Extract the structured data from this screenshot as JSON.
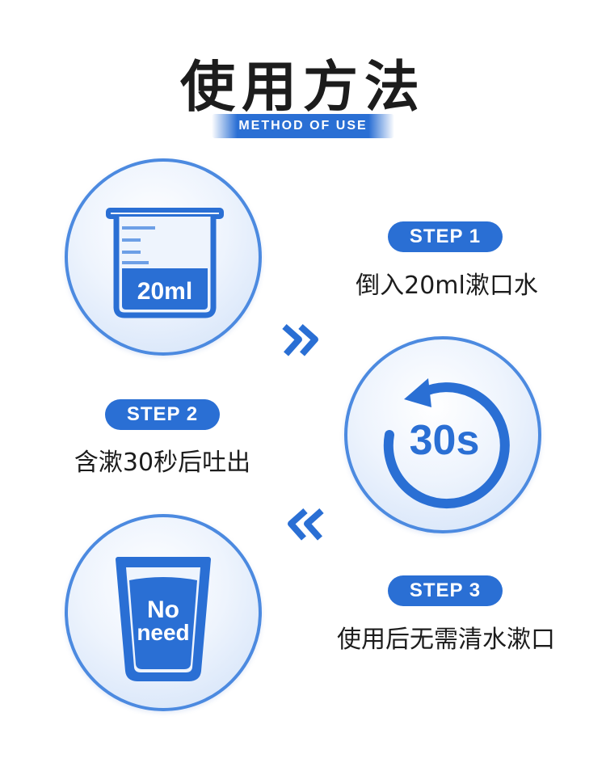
{
  "header": {
    "title": "使用方法",
    "subtitle": "METHOD OF USE"
  },
  "steps": [
    {
      "label": "STEP 1",
      "text": "倒入20ml漱口水",
      "icon_text": "20ml"
    },
    {
      "label": "STEP 2",
      "text": "含漱30秒后吐出",
      "icon_text": "30s"
    },
    {
      "label": "STEP 3",
      "text": "使用后无需清水漱口",
      "icon_text_line1": "No",
      "icon_text_line2": "need"
    }
  ],
  "colors": {
    "accent": "#2a6fd4",
    "circle_border": "#4c8ae0",
    "text": "#1c1c1c"
  },
  "icons": [
    "beaker-icon",
    "timer-icon",
    "cup-icon",
    "chevron-double-right-icon",
    "chevron-double-left-icon"
  ]
}
